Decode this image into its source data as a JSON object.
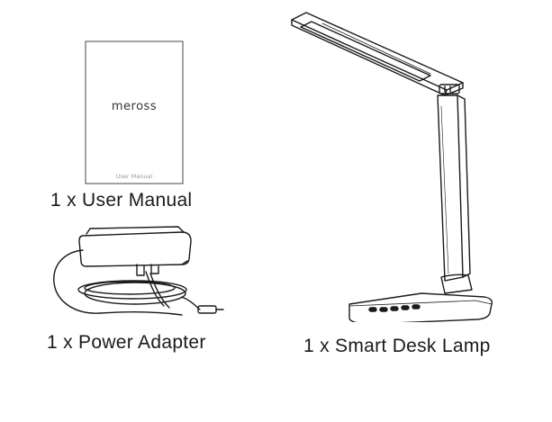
{
  "items": {
    "manual": {
      "caption": "1 x User Manual",
      "brand": "meross",
      "cover_label": "User Manual"
    },
    "adapter": {
      "caption": "1 x Power Adapter"
    },
    "lamp": {
      "caption": "1 x Smart Desk Lamp"
    }
  },
  "icons": [
    "user-manual-illustration",
    "power-adapter-illustration",
    "desk-lamp-illustration"
  ],
  "colors": {
    "line": "#1a1a1a",
    "background": "#ffffff"
  }
}
